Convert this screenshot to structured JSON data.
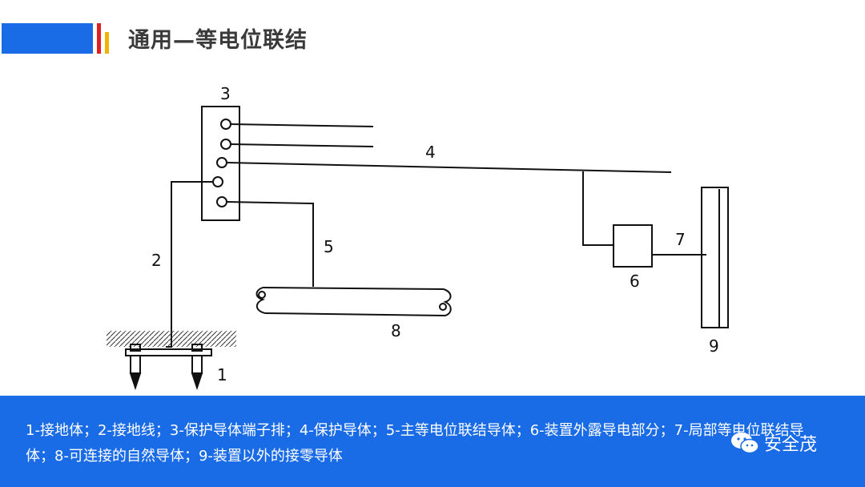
{
  "header": {
    "title": "通用—等电位联结",
    "colors": {
      "bar": "#1a6be6",
      "accent_red": "#e02020",
      "accent_yellow": "#f0b400"
    }
  },
  "diagram": {
    "labels": {
      "n1": "1",
      "n2": "2",
      "n3": "3",
      "n4": "4",
      "n5": "5",
      "n6": "6",
      "n7": "7",
      "n8": "8",
      "n9": "9"
    }
  },
  "footer": {
    "caption": "1-接地体；2-接地线；3-保护导体端子排；4-保护导体；5-主等电位联结导体；6-装置外露导电部分；7-局部等电位联结导体；8-可连接的自然导体；9-装置以外的接零导体",
    "watermark": "安全茂",
    "watermark_icon": "wechat-icon"
  }
}
